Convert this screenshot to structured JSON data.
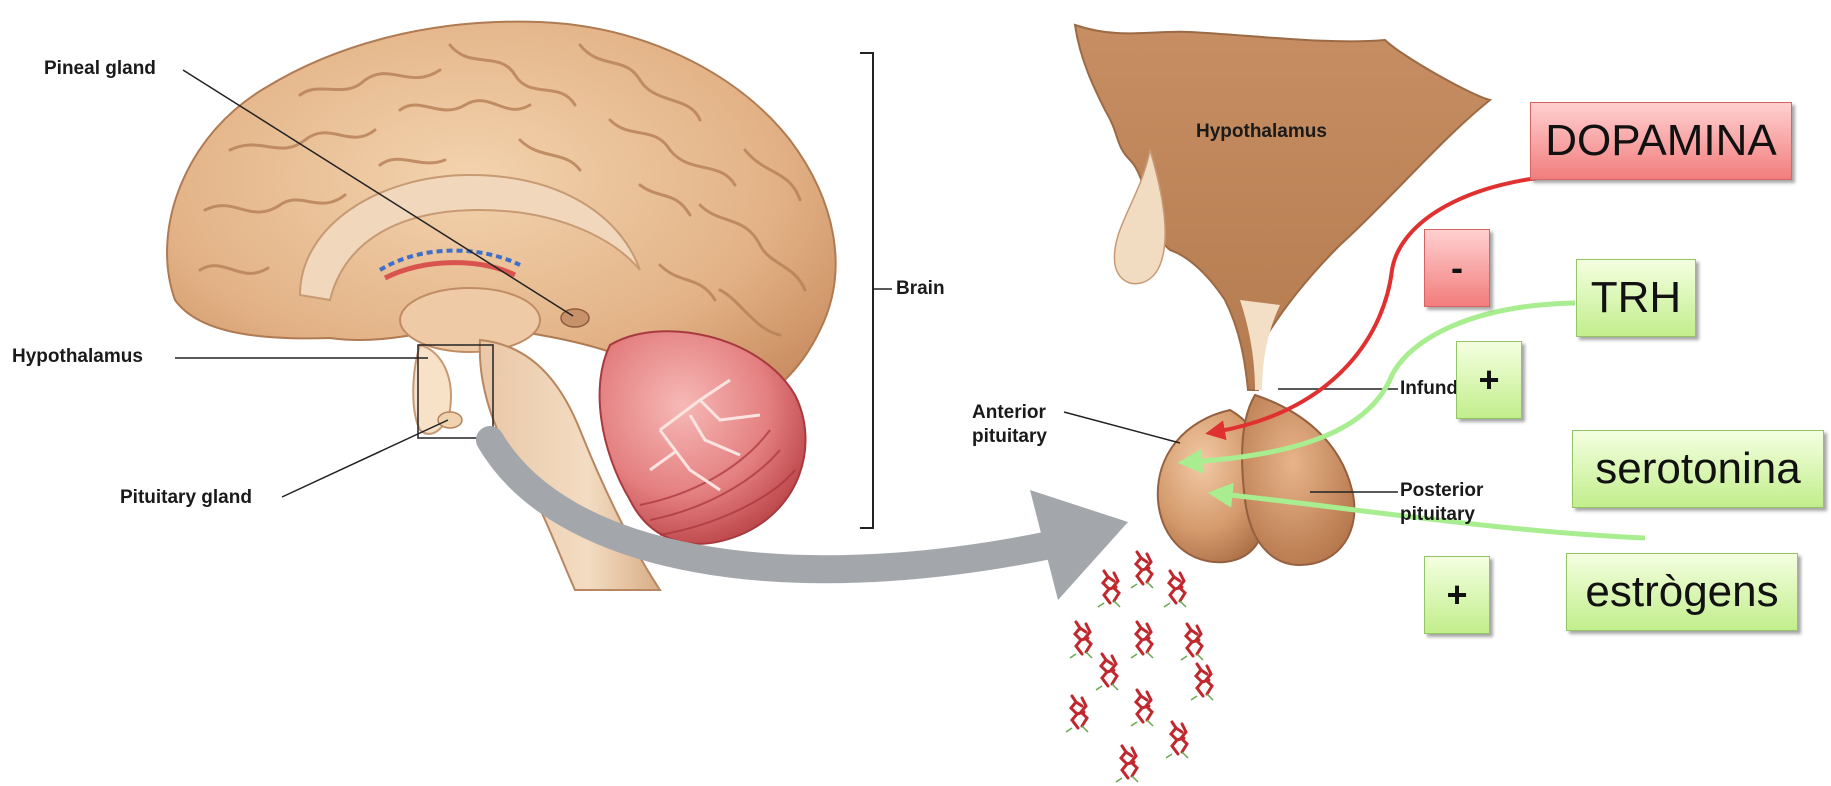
{
  "labels": {
    "pineal_gland": "Pineal gland",
    "brain": "Brain",
    "hypothalamus_left": "Hypothalamus",
    "pituitary_gland": "Pituitary gland",
    "hypothalamus_right": "Hypothalamus",
    "infundibulum": "Infundibulum",
    "anterior_pituitary_1": "Anterior",
    "anterior_pituitary_2": "pituitary",
    "posterior_pituitary_1": "Posterior",
    "posterior_pituitary_2": "pituitary"
  },
  "regulators": {
    "dopamina": "DOPAMINA",
    "dopamina_effect": "-",
    "trh": "TRH",
    "trh_effect": "+",
    "serotonina": "serotonina",
    "estrogens": "estrògens",
    "estrogens_effect": "+"
  },
  "colors": {
    "inhibit_box": "#f27d7d",
    "stimulate_box": "#c2ee8c",
    "inhibit_arrow": "#e03030",
    "stimulate_arrow": "#a8ee90",
    "big_arrow": "#a3a7ab",
    "brain_tissue": "#e2b48c",
    "cerebellum": "#d65f63",
    "hormone_glyph": "#c0282d"
  }
}
